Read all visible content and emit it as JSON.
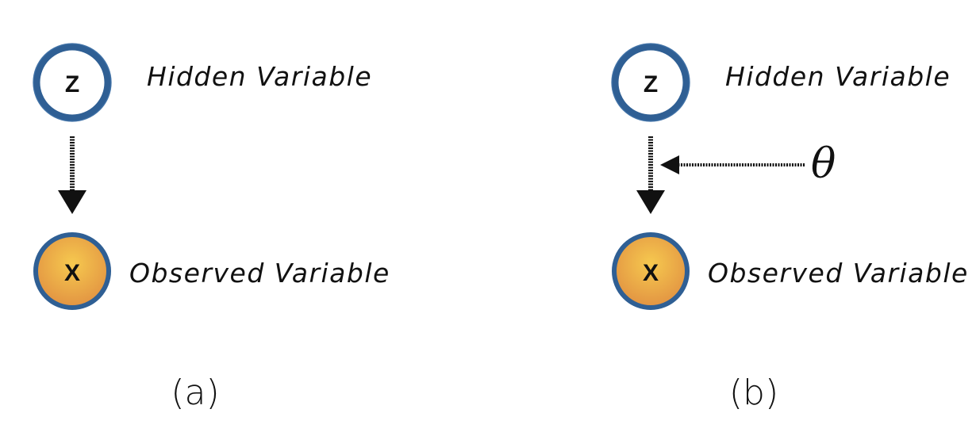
{
  "panels": [
    {
      "caption": "(a)",
      "hidden_node": {
        "letter": "Z",
        "label": "Hidden Variable"
      },
      "observed_node": {
        "letter": "X",
        "label": "Observed Variable"
      }
    },
    {
      "caption": "(b)",
      "hidden_node": {
        "letter": "Z",
        "label": "Hidden Variable"
      },
      "observed_node": {
        "letter": "X",
        "label": "Observed Variable"
      },
      "parameter": "θ"
    }
  ],
  "colors": {
    "ring": "#2f5f94",
    "observed_fill_top": "#f4c04a",
    "observed_fill_bottom": "#e39542",
    "arrow": "#111111"
  },
  "icons": [
    "arrow-down-icon",
    "arrow-left-icon"
  ]
}
